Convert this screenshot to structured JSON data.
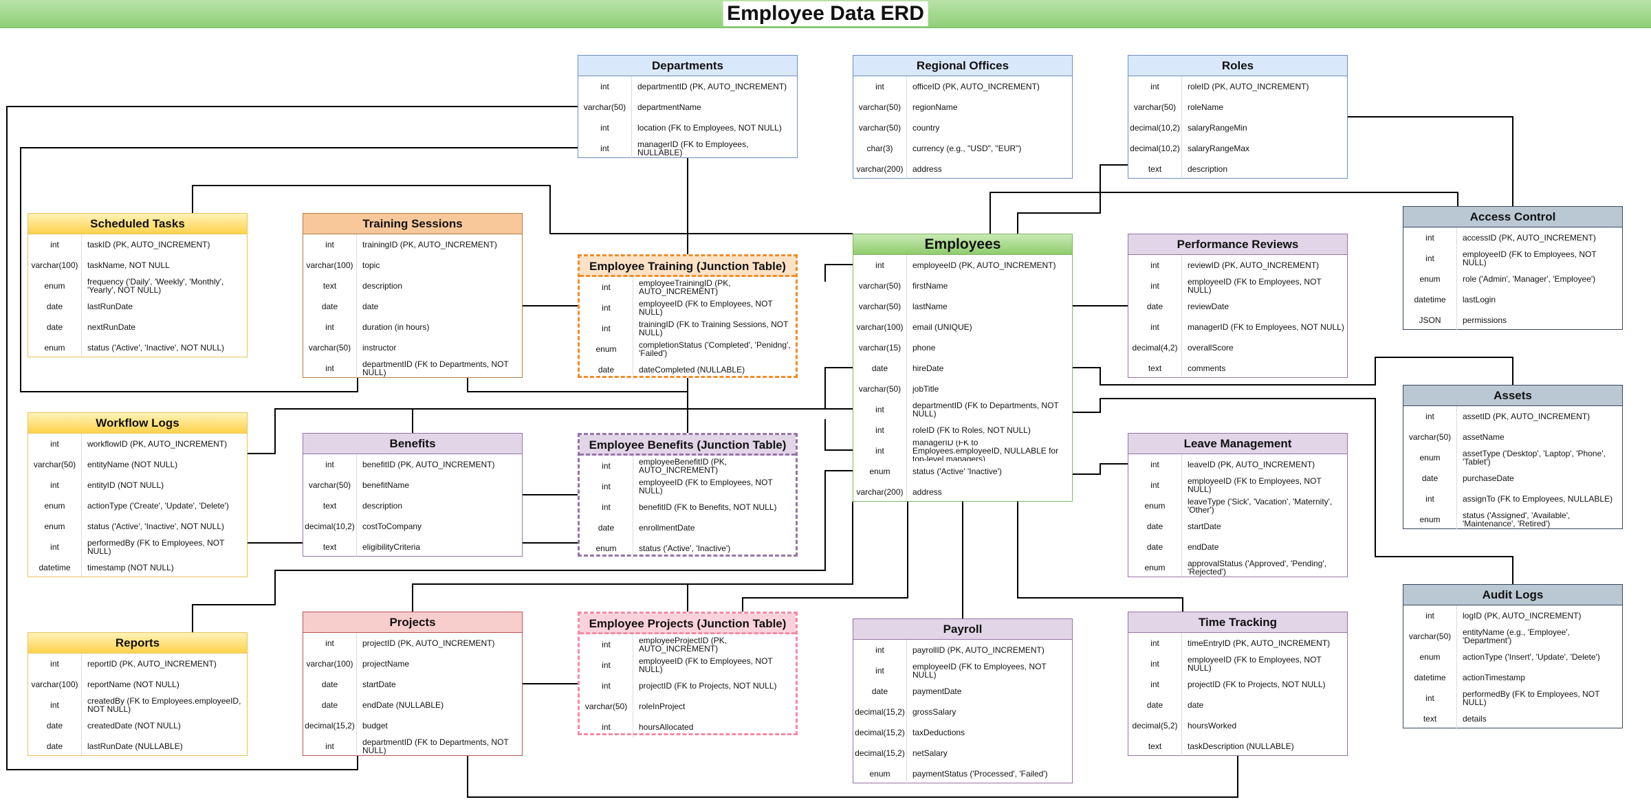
{
  "title": "Employee Data ERD",
  "colors": {
    "title_bar": "#8fcf77",
    "blue_header": "#dae8fc",
    "yellow_header": "#ffd24d",
    "orange_header": "#f8c89a",
    "green_header": "#8fcc6d",
    "purple_header": "#e1d5e7",
    "red_header": "#f8cecc",
    "pink_header": "#fbd2dc",
    "gray_header": "#bac8d3",
    "edge": "#000000"
  },
  "entities": {
    "departments": {
      "title": "Departments",
      "fields": [
        {
          "type": "int",
          "name": "departmentID (PK, AUTO_INCREMENT)"
        },
        {
          "type": "varchar(50)",
          "name": "departmentName"
        },
        {
          "type": "int",
          "name": "location (FK to Employees, NOT NULL)"
        },
        {
          "type": "int",
          "name": "managerID (FK to Employees, NULLABLE)"
        }
      ]
    },
    "regional_offices": {
      "title": "Regional Offices",
      "fields": [
        {
          "type": "int",
          "name": "officeID (PK, AUTO_INCREMENT)"
        },
        {
          "type": "varchar(50)",
          "name": "regionName"
        },
        {
          "type": "varchar(50)",
          "name": "country"
        },
        {
          "type": "char(3)",
          "name": "currency (e.g., \"USD\", \"EUR\")"
        },
        {
          "type": "varchar(200)",
          "name": "address"
        }
      ]
    },
    "roles": {
      "title": "Roles",
      "fields": [
        {
          "type": "int",
          "name": "roleID (PK, AUTO_INCREMENT)"
        },
        {
          "type": "varchar(50)",
          "name": "roleName"
        },
        {
          "type": "decimal(10,2)",
          "name": "salaryRangeMin"
        },
        {
          "type": "decimal(10,2)",
          "name": "salaryRangeMax"
        },
        {
          "type": "text",
          "name": "description"
        }
      ]
    },
    "scheduled_tasks": {
      "title": "Scheduled Tasks",
      "fields": [
        {
          "type": "int",
          "name": "taskID (PK, AUTO_INCREMENT)"
        },
        {
          "type": "varchar(100)",
          "name": "taskName, NOT NULL"
        },
        {
          "type": "enum",
          "name": "frequency ('Daily', 'Weekly', 'Monthly', 'Yearly', NOT NULL)"
        },
        {
          "type": "date",
          "name": "lastRunDate"
        },
        {
          "type": "date",
          "name": "nextRunDate"
        },
        {
          "type": "enum",
          "name": "status ('Active', 'Inactive', NOT NULL)"
        }
      ]
    },
    "training_sessions": {
      "title": "Training Sessions",
      "fields": [
        {
          "type": "int",
          "name": "trainingID (PK, AUTO_INCREMENT)"
        },
        {
          "type": "varchar(100)",
          "name": "topic"
        },
        {
          "type": "text",
          "name": "description"
        },
        {
          "type": "date",
          "name": "date"
        },
        {
          "type": "int",
          "name": "duration (in hours)"
        },
        {
          "type": "varchar(50)",
          "name": "instructor"
        },
        {
          "type": "int",
          "name": "departmentID (FK to Departments, NOT NULL)"
        }
      ]
    },
    "employee_training": {
      "title": "Employee Training (Junction Table)",
      "fields": [
        {
          "type": "int",
          "name": "employeeTrainingID (PK, AUTO_INCREMENT)"
        },
        {
          "type": "int",
          "name": "employeeID (FK to Employees, NOT NULL)"
        },
        {
          "type": "int",
          "name": "trainingID (FK to Training Sessions, NOT NULL)"
        },
        {
          "type": "enum",
          "name": "completionStatus ('Completed', 'Penidng', 'Failed')"
        },
        {
          "type": "date",
          "name": "dateCompleted (NULLABLE)"
        }
      ]
    },
    "employees": {
      "title": "Employees",
      "fields": [
        {
          "type": "int",
          "name": "employeeID (PK, AUTO_INCREMENT)"
        },
        {
          "type": "varchar(50)",
          "name": "firstName"
        },
        {
          "type": "varchar(50)",
          "name": "lastName"
        },
        {
          "type": "varchar(100)",
          "name": "email (UNIQUE)"
        },
        {
          "type": "varchar(15)",
          "name": "phone"
        },
        {
          "type": "date",
          "name": "hireDate"
        },
        {
          "type": "varchar(50)",
          "name": "jobTitle"
        },
        {
          "type": "int",
          "name": "departmentID (FK to Departments, NOT NULL)"
        },
        {
          "type": "int",
          "name": "roleID (FK to Roles, NOT NULL)"
        },
        {
          "type": "int",
          "name": "managerID (FK to Employees.employeeID, NULLABLE for top-level managers)"
        },
        {
          "type": "enum",
          "name": "status ('Active' 'Inactive')"
        },
        {
          "type": "varchar(200)",
          "name": "address"
        }
      ]
    },
    "performance_reviews": {
      "title": "Performance Reviews",
      "fields": [
        {
          "type": "int",
          "name": "reviewID (PK, AUTO_INCREMENT)"
        },
        {
          "type": "int",
          "name": "employeeID (FK to Employees, NOT NULL)"
        },
        {
          "type": "date",
          "name": "reviewDate"
        },
        {
          "type": "int",
          "name": "managerID (FK to Employees, NOT NULL)"
        },
        {
          "type": "decimal(4,2)",
          "name": "overallScore"
        },
        {
          "type": "text",
          "name": "comments"
        }
      ]
    },
    "access_control": {
      "title": "Access Control",
      "fields": [
        {
          "type": "int",
          "name": "accessID (PK, AUTO_INCREMENT)"
        },
        {
          "type": "int",
          "name": "employeeID (FK to Employees, NOT NULL)"
        },
        {
          "type": "enum",
          "name": "role ('Admin', 'Manager', 'Employee')"
        },
        {
          "type": "datetime",
          "name": "lastLogin"
        },
        {
          "type": "JSON",
          "name": "permissions"
        }
      ]
    },
    "workflow_logs": {
      "title": "Workflow Logs",
      "fields": [
        {
          "type": "int",
          "name": "workflowID (PK, AUTO_INCREMENT)"
        },
        {
          "type": "varchar(50)",
          "name": "entityName (NOT NULL)"
        },
        {
          "type": "int",
          "name": "entityID (NOT NULL)"
        },
        {
          "type": "enum",
          "name": "actionType ('Create', 'Update', 'Delete')"
        },
        {
          "type": "enum",
          "name": "status ('Active', 'Inactive', NOT NULL)"
        },
        {
          "type": "int",
          "name": "performedBy (FK to Employees, NOT NULL)"
        },
        {
          "type": "datetime",
          "name": "timestamp (NOT NULL)"
        }
      ]
    },
    "benefits": {
      "title": "Benefits",
      "fields": [
        {
          "type": "int",
          "name": "benefitID (PK, AUTO_INCREMENT)"
        },
        {
          "type": "varchar(50)",
          "name": "benefitName"
        },
        {
          "type": "text",
          "name": "description"
        },
        {
          "type": "decimal(10,2)",
          "name": "costToCompany"
        },
        {
          "type": "text",
          "name": "eligibilityCriteria"
        }
      ]
    },
    "employee_benefits": {
      "title": "Employee Benefits (Junction Table)",
      "fields": [
        {
          "type": "int",
          "name": "employeeBenefitID (PK, AUTO_INCREMENT)"
        },
        {
          "type": "int",
          "name": "employeeID (FK to Employees, NOT NULL)"
        },
        {
          "type": "int",
          "name": "benefitID (FK to Benefits, NOT NULL)"
        },
        {
          "type": "date",
          "name": "enrollmentDate"
        },
        {
          "type": "enum",
          "name": "status ('Active', 'Inactive')"
        }
      ]
    },
    "leave_management": {
      "title": "Leave Management",
      "fields": [
        {
          "type": "int",
          "name": "leaveID (PK, AUTO_INCREMENT)"
        },
        {
          "type": "int",
          "name": "employeeID (FK to Employees, NOT NULL)"
        },
        {
          "type": "enum",
          "name": "leaveType ('Sick', 'Vacation', 'Maternity', 'Other')"
        },
        {
          "type": "date",
          "name": "startDate"
        },
        {
          "type": "date",
          "name": "endDate"
        },
        {
          "type": "enum",
          "name": "approvalStatus ('Approved', 'Pending', 'Rejected')"
        }
      ]
    },
    "assets": {
      "title": "Assets",
      "fields": [
        {
          "type": "int",
          "name": "assetID (PK, AUTO_INCREMENT)"
        },
        {
          "type": "varchar(50)",
          "name": "assetName"
        },
        {
          "type": "enum",
          "name": "assetType ('Desktop', 'Laptop', 'Phone', 'Tablet')"
        },
        {
          "type": "date",
          "name": "purchaseDate"
        },
        {
          "type": "int",
          "name": "assignTo (FK to Employees, NULLABLE)"
        },
        {
          "type": "enum",
          "name": "status ('Assigned', 'Available', 'Maintenance', 'Retired')"
        }
      ]
    },
    "reports": {
      "title": "Reports",
      "fields": [
        {
          "type": "int",
          "name": "reportID (PK, AUTO_INCREMENT)"
        },
        {
          "type": "varchar(100)",
          "name": "reportName (NOT NULL)"
        },
        {
          "type": "int",
          "name": "createdBy (FK to Employees.employeeID, NOT NULL)"
        },
        {
          "type": "date",
          "name": "createdDate (NOT NULL)"
        },
        {
          "type": "date",
          "name": "lastRunDate (NULLABLE)"
        }
      ]
    },
    "projects": {
      "title": "Projects",
      "fields": [
        {
          "type": "int",
          "name": "projectID (PK, AUTO_INCREMENT)"
        },
        {
          "type": "varchar(100)",
          "name": "projectName"
        },
        {
          "type": "date",
          "name": "startDate"
        },
        {
          "type": "date",
          "name": "endDate (NULLABLE)"
        },
        {
          "type": "decimal(15,2)",
          "name": "budget"
        },
        {
          "type": "int",
          "name": "departmentID (FK to Departments, NOT NULL)"
        }
      ]
    },
    "employee_projects": {
      "title": "Employee Projects (Junction Table)",
      "fields": [
        {
          "type": "int",
          "name": "employeeProjectID (PK, AUTO_INCREMENT)"
        },
        {
          "type": "int",
          "name": "employeeID (FK to Employees, NOT NULL)"
        },
        {
          "type": "int",
          "name": "projectID (FK to Projects, NOT NULL)"
        },
        {
          "type": "varchar(50)",
          "name": "roleInProject"
        },
        {
          "type": "int",
          "name": "hoursAllocated"
        }
      ]
    },
    "payroll": {
      "title": "Payroll",
      "fields": [
        {
          "type": "int",
          "name": "payrollID (PK, AUTO_INCREMENT)"
        },
        {
          "type": "int",
          "name": "employeeID (FK to Employees, NOT NULL)"
        },
        {
          "type": "date",
          "name": "paymentDate"
        },
        {
          "type": "decimal(15,2)",
          "name": "grossSalary"
        },
        {
          "type": "decimal(15,2)",
          "name": "taxDeductions"
        },
        {
          "type": "decimal(15,2)",
          "name": "netSalary"
        },
        {
          "type": "enum",
          "name": "paymentStatus ('Processed', 'Failed')"
        }
      ]
    },
    "time_tracking": {
      "title": "Time Tracking",
      "fields": [
        {
          "type": "int",
          "name": "timeEntryID (PK, AUTO_INCREMENT)"
        },
        {
          "type": "int",
          "name": "employeeID (FK to Employees, NOT NULL)"
        },
        {
          "type": "int",
          "name": "projectID (FK to Projects, NOT NULL)"
        },
        {
          "type": "date",
          "name": "date"
        },
        {
          "type": "decimal(5,2)",
          "name": "hoursWorked"
        },
        {
          "type": "text",
          "name": "taskDescription (NULLABLE)"
        }
      ]
    },
    "audit_logs": {
      "title": "Audit Logs",
      "fields": [
        {
          "type": "int",
          "name": "logID (PK, AUTO_INCREMENT)"
        },
        {
          "type": "varchar(50)",
          "name": "entityName (e.g., 'Employee', 'Department')"
        },
        {
          "type": "enum",
          "name": "actionType ('Insert', 'Update', 'Delete')"
        },
        {
          "type": "datetime",
          "name": "actionTimestamp"
        },
        {
          "type": "int",
          "name": "performedBy (FK to Employees, NOT NULL)"
        },
        {
          "type": "text",
          "name": "details"
        }
      ]
    }
  }
}
